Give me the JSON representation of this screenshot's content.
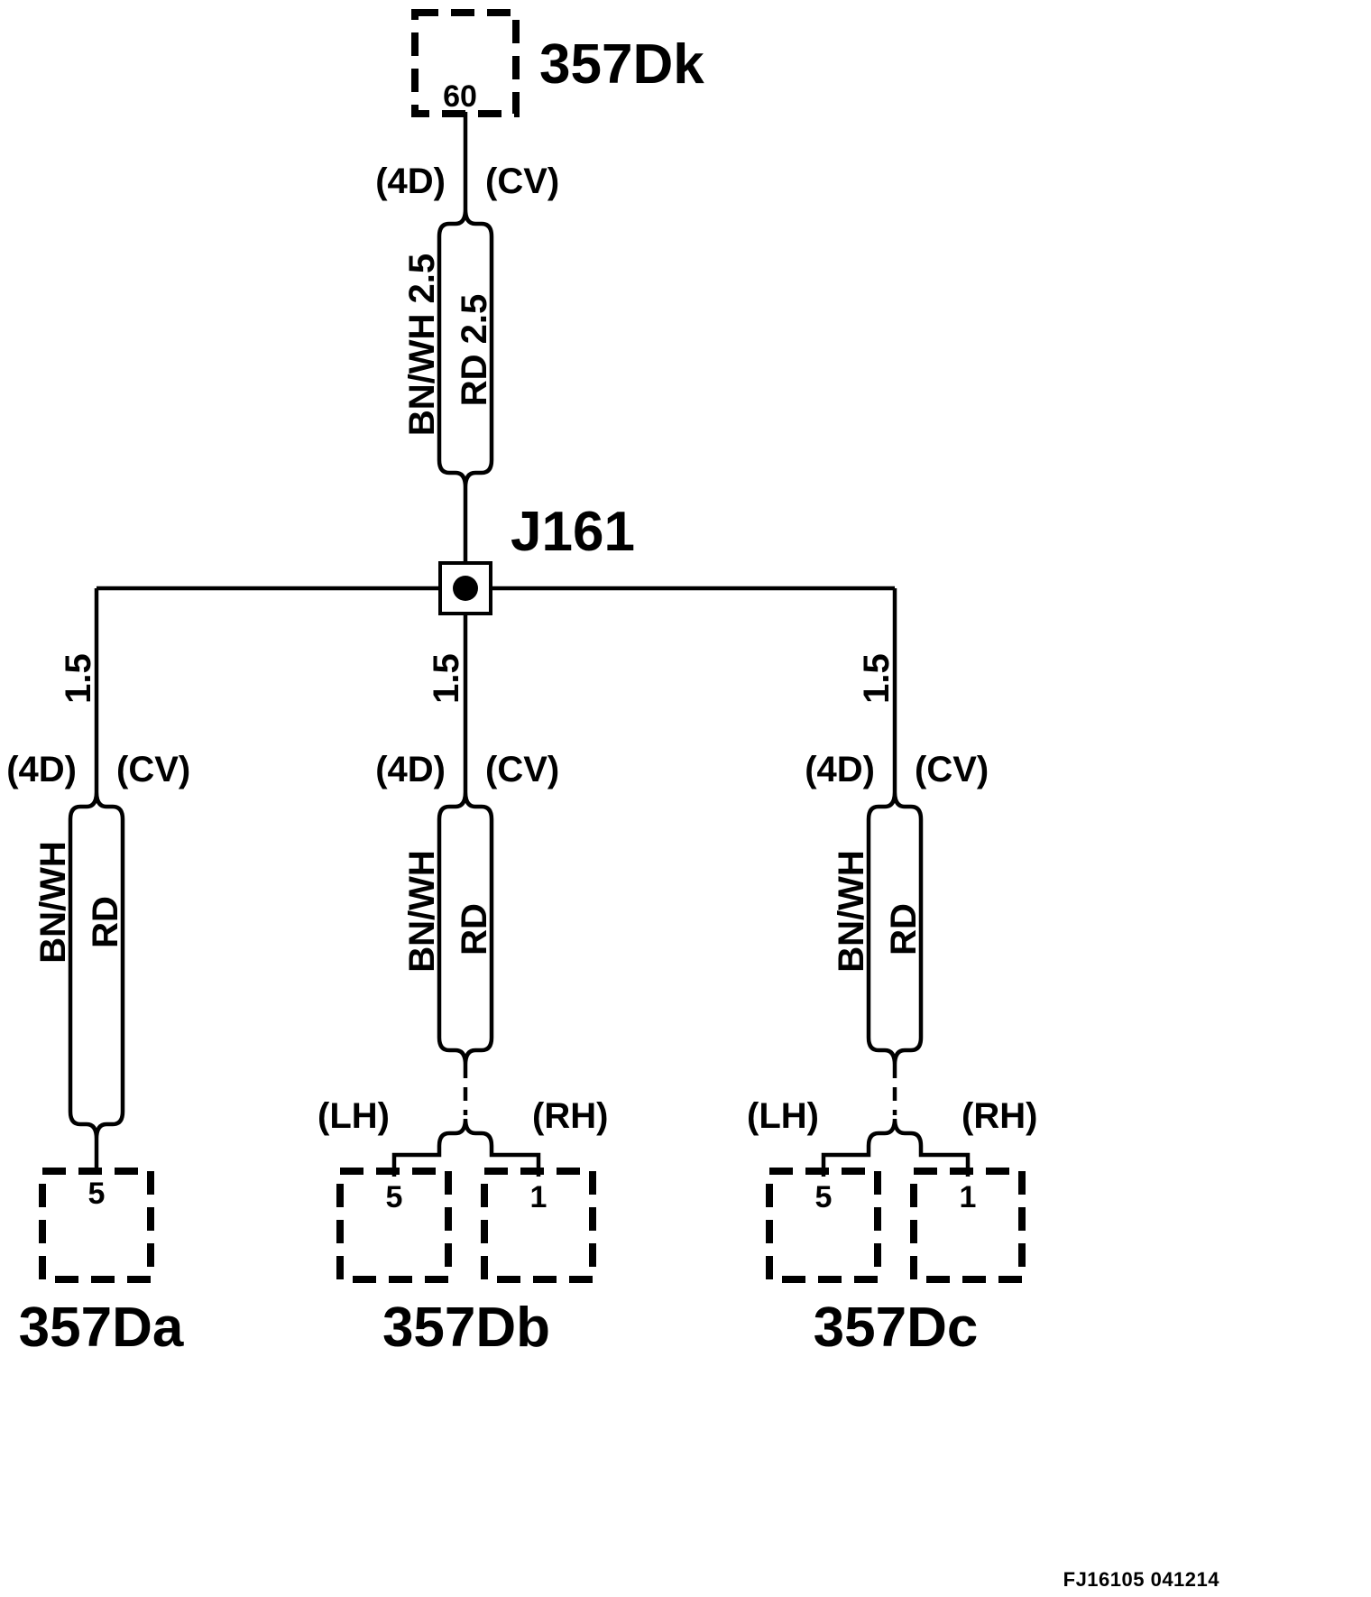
{
  "diagram": {
    "top_connector": {
      "label": "357Dk",
      "pin": "60"
    },
    "trunk": {
      "body_left": "(4D)",
      "body_right": "(CV)",
      "wire_left": "BN/WH 2.5",
      "wire_right": "RD 2.5"
    },
    "junction": {
      "label": "J161"
    },
    "branches": [
      {
        "gauge": "1.5",
        "body_left": "(4D)",
        "body_right": "(CV)",
        "wire_left": "BN/WH",
        "wire_right": "RD",
        "connectors": [
          {
            "pin": "5"
          }
        ],
        "label": "357Da"
      },
      {
        "gauge": "1.5",
        "body_left": "(4D)",
        "body_right": "(CV)",
        "wire_left": "BN/WH",
        "wire_right": "RD",
        "side_left": "(LH)",
        "side_right": "(RH)",
        "connectors": [
          {
            "pin": "5"
          },
          {
            "pin": "1"
          }
        ],
        "label": "357Db"
      },
      {
        "gauge": "1.5",
        "body_left": "(4D)",
        "body_right": "(CV)",
        "wire_left": "BN/WH",
        "wire_right": "RD",
        "side_left": "(LH)",
        "side_right": "(RH)",
        "connectors": [
          {
            "pin": "5"
          },
          {
            "pin": "1"
          }
        ],
        "label": "357Dc"
      }
    ],
    "footer_code": "FJ16105 041214"
  }
}
